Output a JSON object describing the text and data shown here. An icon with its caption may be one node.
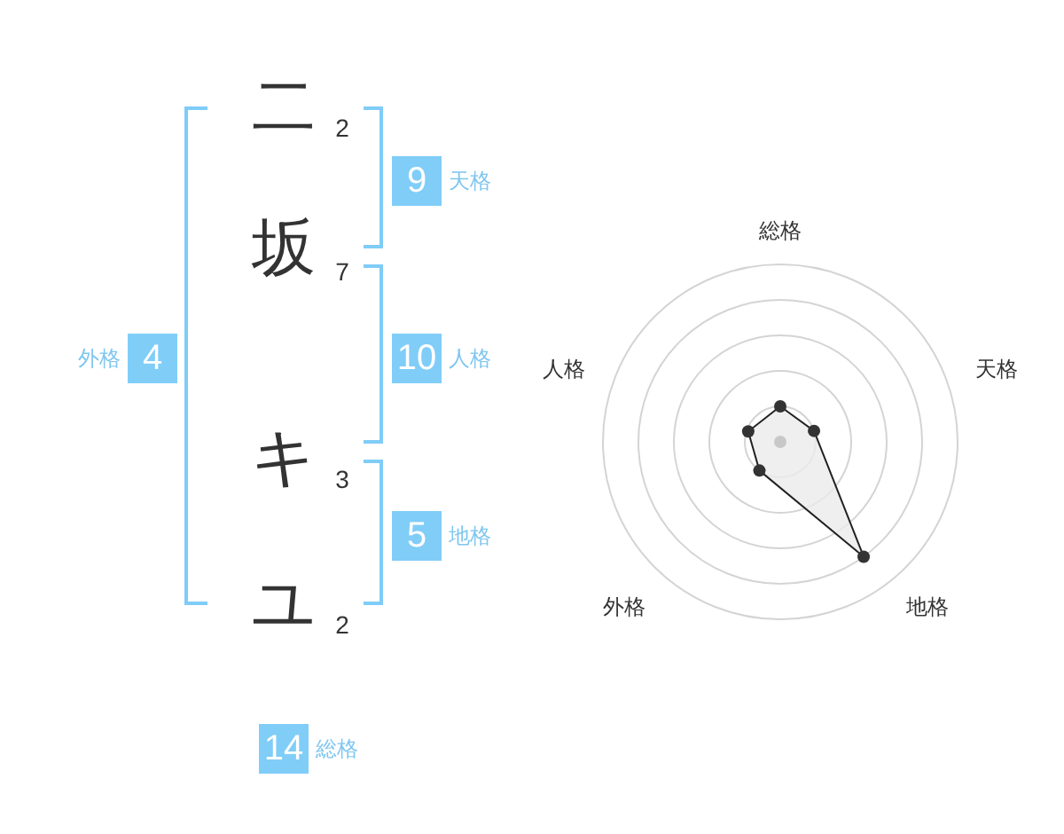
{
  "diagram": {
    "nodes": [
      {
        "text": [
          "9"
        ],
        "beside": [
          "天格"
        ]
      },
      {
        "text": [
          "4"
        ],
        "beside": [
          "外格"
        ]
      },
      {
        "text": [
          "10"
        ],
        "beside": [
          "人格"
        ]
      },
      {
        "text": [
          "5"
        ],
        "beside": [
          "地格"
        ]
      },
      {
        "text": [
          "14"
        ],
        "beside": [
          "総格"
        ]
      }
    ],
    "labels": [
      "二",
      "2",
      "坂",
      "7",
      "キ",
      "3",
      "ユ",
      "2",
      "総格",
      "人格",
      "天格",
      "外格",
      "地格"
    ]
  }
}
